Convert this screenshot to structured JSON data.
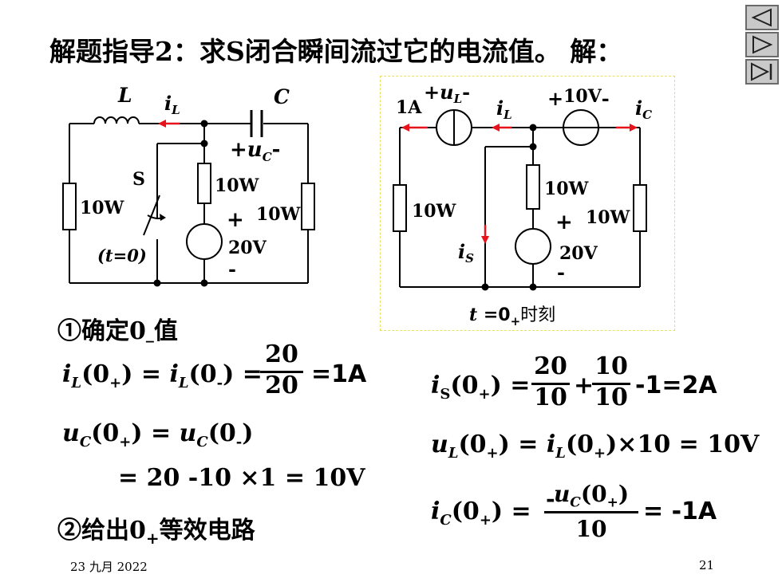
{
  "title": "解题指导2：求S闭合瞬间流过它的电流值。 解：",
  "nav": {
    "prev": "previous-slide",
    "next": "next-slide",
    "end": "last-slide"
  },
  "circuit1": {
    "L": "L",
    "iL": "i",
    "iL_sub": "L",
    "C": "C",
    "uC_plus": "+",
    "uC": "u",
    "uC_sub": "C",
    "uC_minus": "-",
    "S": "S",
    "R_left": "10W",
    "R_mid": "10W",
    "R_right": "10W",
    "src_plus": "+",
    "src": "20V",
    "src_minus": "-",
    "t0": "(t=0)"
  },
  "circuit2": {
    "src1": "1A",
    "uL_plus": "+",
    "uL": "u",
    "uL_sub": "L",
    "uL_minus": "-",
    "iL": "i",
    "iL_sub": "L",
    "v10_plus": "+",
    "v10": "10V",
    "v10_minus": "-",
    "iC": "i",
    "iC_sub": "C",
    "R_left": "10W",
    "R_mid": "10W",
    "R_right": "10W",
    "iS": "i",
    "iS_sub": "S",
    "src_plus": "+",
    "src": "20V",
    "src_minus": "-",
    "caption_t": "t",
    "caption_eq": "=",
    "caption_0": "0",
    "caption_sub": "+",
    "caption_txt": "时刻"
  },
  "step1": {
    "circle": "①",
    "text": "确定0",
    "sub": "_",
    "text2": "值"
  },
  "eq1": {
    "lhs": "i",
    "lhs_sub": "L",
    "arg": "(0",
    "arg_sub": "+",
    "arg_end": ") = ",
    "rhs": "i",
    "rhs_sub": "L",
    "rhs_arg": "(0",
    "rhs_arg_sub": "-",
    "rhs_arg_end": ") =",
    "num": "20",
    "den": "20",
    "result": "=1A"
  },
  "eq2": {
    "lhs": "u",
    "lhs_sub": "C",
    "arg": "(0",
    "arg_sub": "+",
    "arg_end": ") = ",
    "rhs": "u",
    "rhs_sub": "C",
    "rhs_arg": "(0",
    "rhs_arg_sub": "-",
    "rhs_arg_end": ")"
  },
  "eq3": {
    "text": "= 20 -10 ×1 = 10V"
  },
  "step2": {
    "circle": "②",
    "text": "给出0",
    "sub": "+",
    "text2": "等效电路"
  },
  "eq4": {
    "lhs": "i",
    "lhs_sub": "S",
    "arg": "(0",
    "arg_sub": "+",
    "arg_end": ") =",
    "num1": "20",
    "den1": "10",
    "plus": "+",
    "num2": "10",
    "den2": "10",
    "result": "-1=2A"
  },
  "eq5": {
    "lhs": "u",
    "lhs_sub": "L",
    "arg": "(0",
    "arg_sub": "+",
    "arg_end": ") = ",
    "rhs": "i",
    "rhs_sub": "L",
    "rhs_arg": "(0",
    "rhs_arg_sub": "+",
    "rhs_arg_end": ")×10 = 10V"
  },
  "eq6": {
    "lhs": "i",
    "lhs_sub": "C",
    "arg": "(0",
    "arg_sub": "+",
    "arg_end": ") =",
    "num": "u",
    "num_sub": "C",
    "num_arg": "(0",
    "num_arg_sub": "+",
    "num_arg_end": ")",
    "minus": "-",
    "den": "10",
    "result": "= -1A"
  },
  "footer": {
    "date": "23 九月 2022",
    "page": "21"
  },
  "colors": {
    "arrow": "#e8121a",
    "frame": "#e8e060",
    "nav_bg": "#c9c9c9"
  }
}
